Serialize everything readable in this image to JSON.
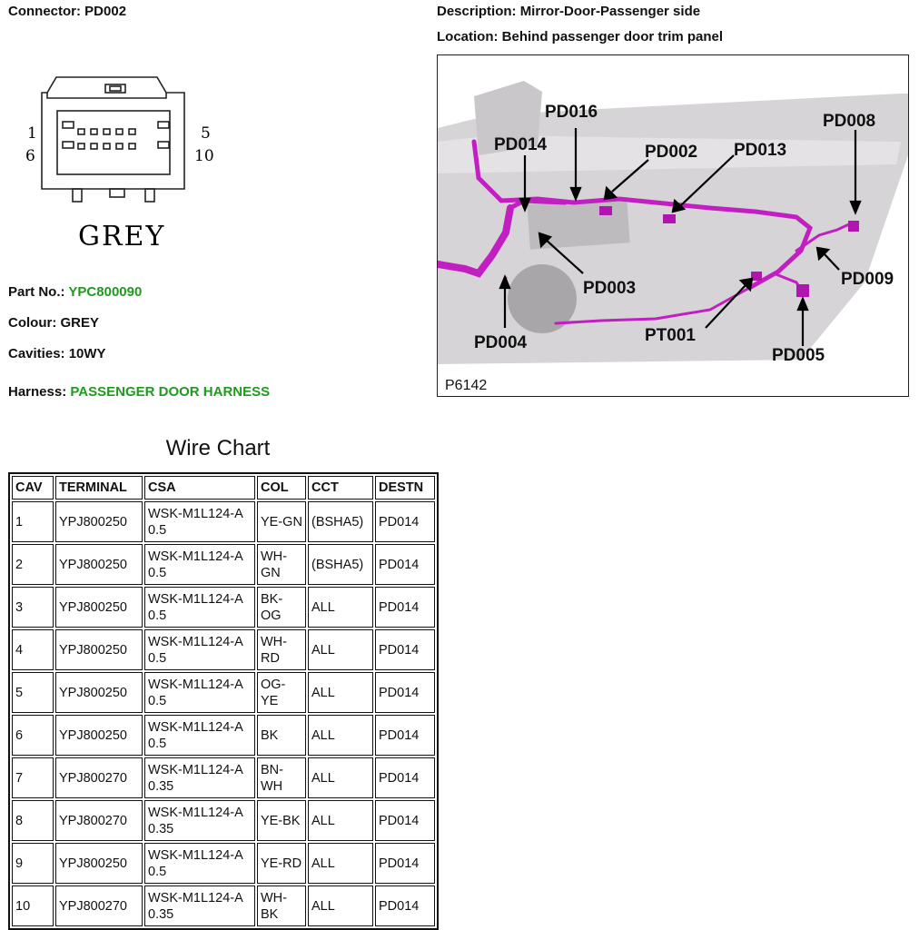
{
  "header": {
    "connector_label": "Connector:",
    "connector_value": "PD002",
    "description_label": "Description:",
    "description_value": "Mirror-Door-Passenger side",
    "location_label": "Location:",
    "location_value": "Behind passenger door trim panel"
  },
  "connector_face": {
    "pin_top_left": "1",
    "pin_bottom_left": "6",
    "pin_top_right": "5",
    "pin_bottom_right": "10",
    "colour_text": "GREY"
  },
  "info": {
    "part_no_label": "Part No.:",
    "part_no_value": "YPC800090",
    "colour_label": "Colour:",
    "colour_value": "GREY",
    "cavities_label": "Cavities:",
    "cavities_value": "10WY",
    "harness_label": "Harness:",
    "harness_value": "PASSENGER DOOR HARNESS"
  },
  "diagram": {
    "figure_ref": "P6142",
    "callouts": [
      "PD016",
      "PD014",
      "PD002",
      "PD013",
      "PD008",
      "PD003",
      "PD009",
      "PD004",
      "PT001",
      "PD005"
    ],
    "harness_color": "#c21fc2"
  },
  "wire_chart": {
    "title": "Wire Chart",
    "columns": [
      "CAV",
      "TERMINAL",
      "CSA",
      "COL",
      "CCT",
      "DESTN"
    ],
    "rows": [
      {
        "cav": "1",
        "terminal": "YPJ800250",
        "csa": "WSK-M1L124-A 0.5",
        "col": "YE-GN",
        "cct": "(BSHA5)",
        "destn": "PD014"
      },
      {
        "cav": "2",
        "terminal": "YPJ800250",
        "csa": "WSK-M1L124-A 0.5",
        "col": "WH-GN",
        "cct": "(BSHA5)",
        "destn": "PD014"
      },
      {
        "cav": "3",
        "terminal": "YPJ800250",
        "csa": "WSK-M1L124-A 0.5",
        "col": "BK-OG",
        "cct": "ALL",
        "destn": "PD014"
      },
      {
        "cav": "4",
        "terminal": "YPJ800250",
        "csa": "WSK-M1L124-A 0.5",
        "col": "WH-RD",
        "cct": "ALL",
        "destn": "PD014"
      },
      {
        "cav": "5",
        "terminal": "YPJ800250",
        "csa": "WSK-M1L124-A 0.5",
        "col": "OG-YE",
        "cct": "ALL",
        "destn": "PD014"
      },
      {
        "cav": "6",
        "terminal": "YPJ800250",
        "csa": "WSK-M1L124-A 0.5",
        "col": "BK",
        "cct": "ALL",
        "destn": "PD014"
      },
      {
        "cav": "7",
        "terminal": "YPJ800270",
        "csa": "WSK-M1L124-A 0.35",
        "col": "BN-WH",
        "cct": "ALL",
        "destn": "PD014"
      },
      {
        "cav": "8",
        "terminal": "YPJ800270",
        "csa": "WSK-M1L124-A 0.35",
        "col": "YE-BK",
        "cct": "ALL",
        "destn": "PD014"
      },
      {
        "cav": "9",
        "terminal": "YPJ800250",
        "csa": "WSK-M1L124-A 0.5",
        "col": "YE-RD",
        "cct": "ALL",
        "destn": "PD014"
      },
      {
        "cav": "10",
        "terminal": "YPJ800270",
        "csa": "WSK-M1L124-A 0.35",
        "col": "WH-BK",
        "cct": "ALL",
        "destn": "PD014"
      }
    ]
  }
}
